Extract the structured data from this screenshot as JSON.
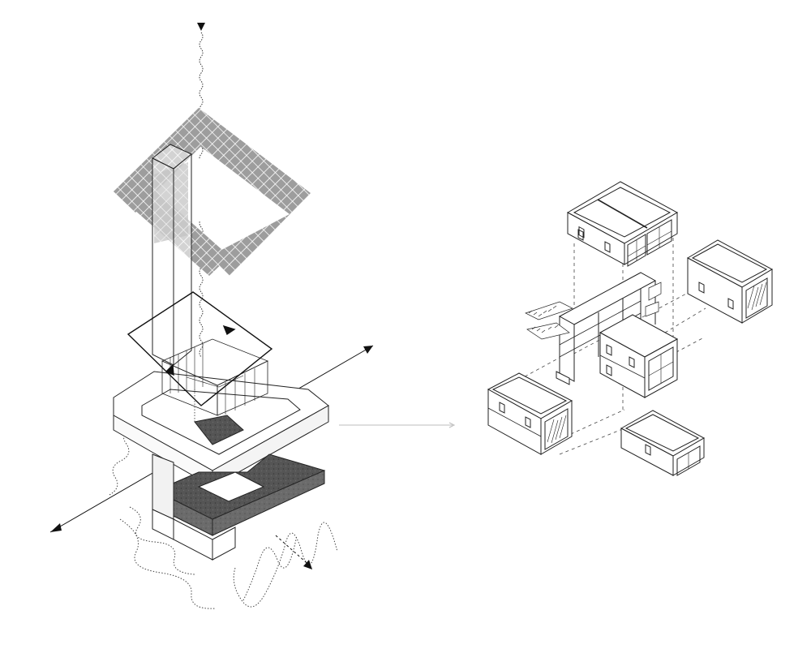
{
  "diagram": {
    "type": "axonometric-architectural-diagram",
    "panels": [
      "tower-assembly",
      "module-assembly"
    ],
    "relation": "arrow-left-to-right",
    "colors": {
      "background": "#ffffff",
      "line": "#1a1a1a",
      "panel_grid": "#9a9a9a",
      "panel_grid_dark": "#7a7a7a",
      "concrete": "#4a4a4a",
      "light_line": "#b8b8b8"
    },
    "left": {
      "elements": [
        "vertical-axis-arrow",
        "solar-panel-grid",
        "core-tower",
        "rotated-roof-frame",
        "glass-cube",
        "cantilever-slab",
        "dark-plinth",
        "horizontal-axis-arrows",
        "sound-waves"
      ]
    },
    "right": {
      "modules": [
        "top-module",
        "right-module",
        "central-frame-module",
        "left-module",
        "bottom-module"
      ],
      "stairs": 2
    }
  }
}
